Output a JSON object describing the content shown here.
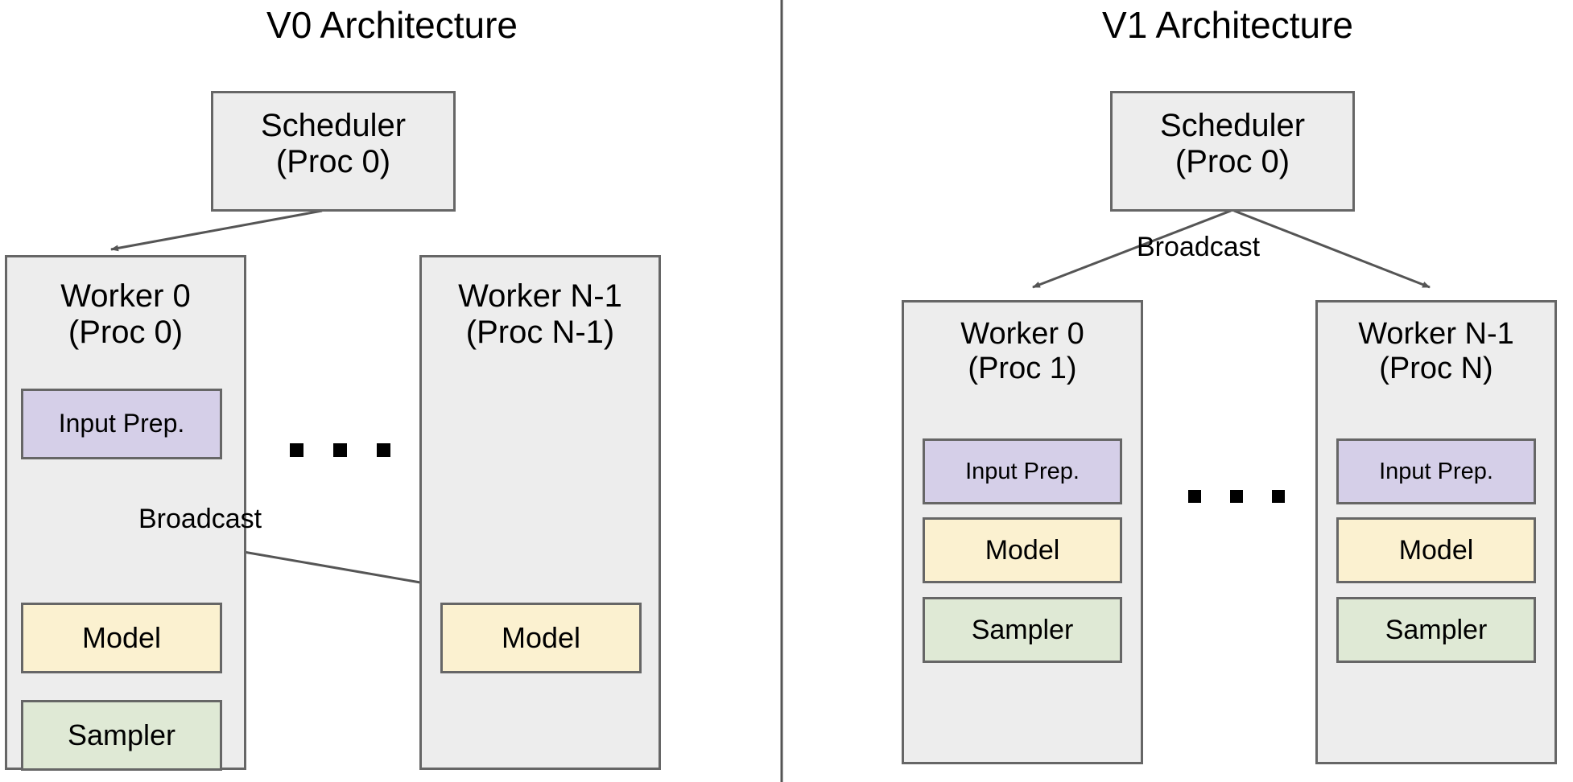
{
  "figure": {
    "type": "diagram",
    "kind": "architecture-comparison",
    "divider": "vertical-rule"
  },
  "colors": {
    "container_fill": "#ededed",
    "input_prep_fill": "#d5cfe8",
    "model_fill": "#fbf1d0",
    "sampler_fill": "#dfe9d5",
    "stroke": "#666666",
    "text": "#000000",
    "background": "#ffffff"
  },
  "panels": [
    {
      "id": "v0",
      "title": "V0 Architecture",
      "scheduler": {
        "line1": "Scheduler",
        "line2": "(Proc 0)"
      },
      "ellipsis": ". . .",
      "workers": [
        {
          "id": "v0-worker-0",
          "line1": "Worker 0",
          "line2": "(Proc 0)",
          "components": [
            {
              "id": "input-prep",
              "label": "Input Prep."
            },
            {
              "id": "model",
              "label": "Model"
            },
            {
              "id": "sampler",
              "label": "Sampler"
            }
          ]
        },
        {
          "id": "v0-worker-n1",
          "line1": "Worker N-1",
          "line2": "(Proc N-1)",
          "components": [
            {
              "id": "model",
              "label": "Model"
            }
          ]
        }
      ],
      "edges": [
        {
          "id": "scheduler-to-worker0",
          "label": ""
        },
        {
          "id": "inputprep-to-model-local",
          "label": "Broadcast"
        },
        {
          "id": "inputprep-to-model-remote",
          "label": ""
        }
      ],
      "broadcast_label": "Broadcast"
    },
    {
      "id": "v1",
      "title": "V1 Architecture",
      "scheduler": {
        "line1": "Scheduler",
        "line2": "(Proc 0)"
      },
      "ellipsis": ". . .",
      "workers": [
        {
          "id": "v1-worker-0",
          "line1": "Worker 0",
          "line2": "(Proc 1)",
          "components": [
            {
              "id": "input-prep",
              "label": "Input Prep."
            },
            {
              "id": "model",
              "label": "Model"
            },
            {
              "id": "sampler",
              "label": "Sampler"
            }
          ]
        },
        {
          "id": "v1-worker-n1",
          "line1": "Worker N-1",
          "line2": "(Proc N)",
          "components": [
            {
              "id": "input-prep",
              "label": "Input Prep."
            },
            {
              "id": "model",
              "label": "Model"
            },
            {
              "id": "sampler",
              "label": "Sampler"
            }
          ]
        }
      ],
      "edges": [
        {
          "id": "scheduler-to-worker0",
          "label": ""
        },
        {
          "id": "scheduler-to-workern1",
          "label": ""
        }
      ],
      "broadcast_label": "Broadcast"
    }
  ]
}
